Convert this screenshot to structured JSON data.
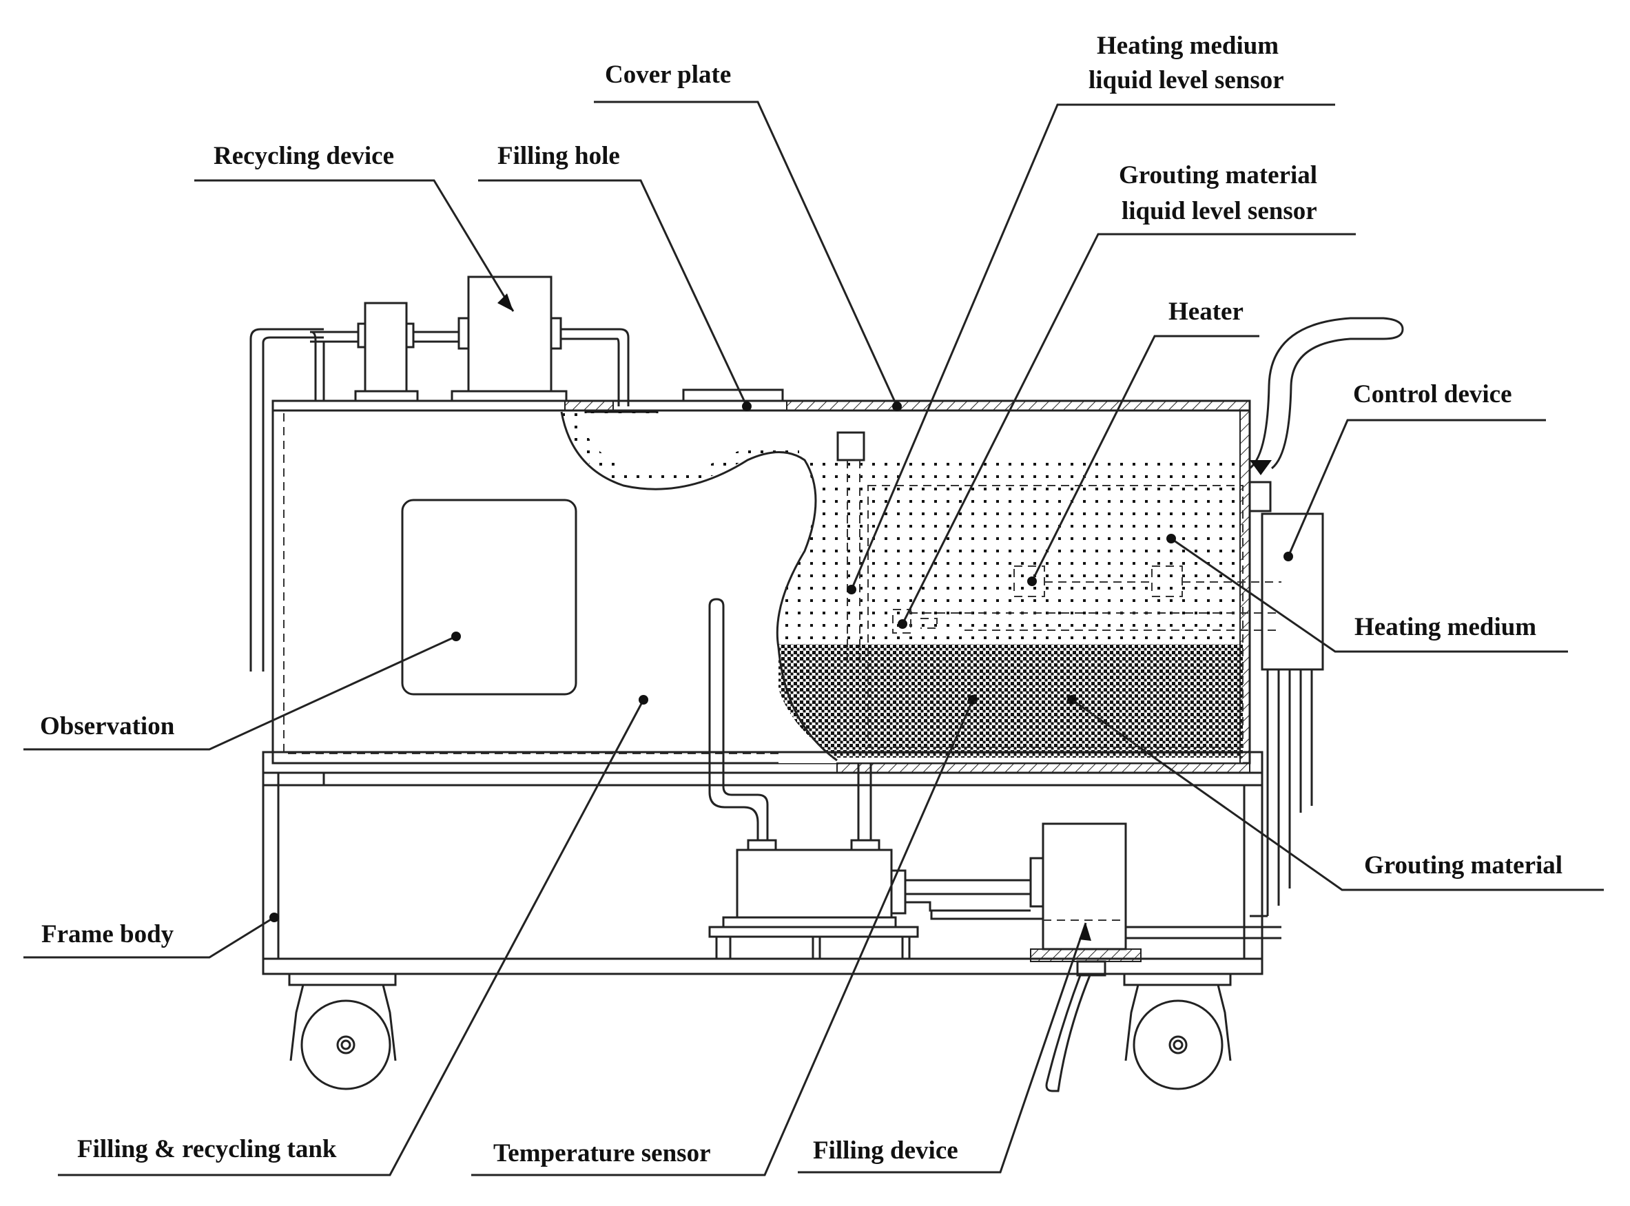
{
  "labels": {
    "cover_plate": "Cover plate",
    "heating_sensor_line1": "Heating medium",
    "heating_sensor_line2": "liquid level sensor",
    "recycling_device": "Recycling device",
    "filling_hole": "Filling hole",
    "grouting_sensor_line1": "Grouting material",
    "grouting_sensor_line2": "liquid level sensor",
    "heater": "Heater",
    "control_device": "Control device",
    "heating_medium": "Heating medium",
    "observation": "Observation",
    "grouting_material": "Grouting material",
    "frame_body": "Frame body",
    "filling_recycling_tank": "Filling & recycling tank",
    "temperature_sensor": "Temperature sensor",
    "filling_device": "Filling device"
  },
  "colors": {
    "stroke": "#222222",
    "text": "#111111",
    "background": "#ffffff"
  }
}
